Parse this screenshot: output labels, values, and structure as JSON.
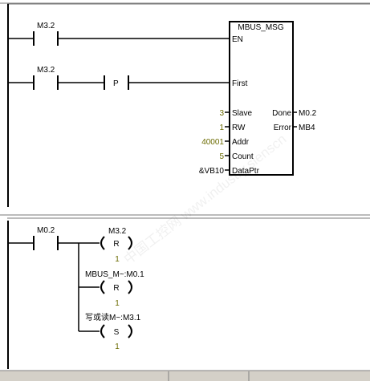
{
  "colors": {
    "background": "#ffffff",
    "line": "#000000",
    "param_value": "#6b6b00",
    "separator": "#7a7a7a",
    "footer": "#d4d0c8"
  },
  "network1": {
    "contact_en": {
      "label": "M3.2"
    },
    "contact_first": {
      "label": "M3.2",
      "edge_label": "P"
    },
    "block": {
      "title": "MBUS_MSG",
      "pin_en": "EN",
      "pin_first": "First",
      "inputs": [
        {
          "value": "3",
          "pin": "Slave"
        },
        {
          "value": "1",
          "pin": "RW"
        },
        {
          "value": "40001",
          "pin": "Addr"
        },
        {
          "value": "5",
          "pin": "Count"
        },
        {
          "value": "&VB10",
          "pin": "DataPtr"
        }
      ],
      "outputs": [
        {
          "pin": "Done",
          "value": "M0.2"
        },
        {
          "pin": "Error",
          "value": "MB4"
        }
      ]
    }
  },
  "network2": {
    "contact": {
      "label": "M0.2"
    },
    "coils": [
      {
        "label": "M3.2",
        "symbol": "R",
        "count": "1"
      },
      {
        "label": "MBUS_M~:M0.1",
        "symbol": "R",
        "count": "1"
      },
      {
        "label": "写或读M~:M3.1",
        "symbol": "S",
        "count": "1"
      }
    ]
  },
  "watermark": {
    "text": "中国工控网 www.industry.sienscn"
  }
}
